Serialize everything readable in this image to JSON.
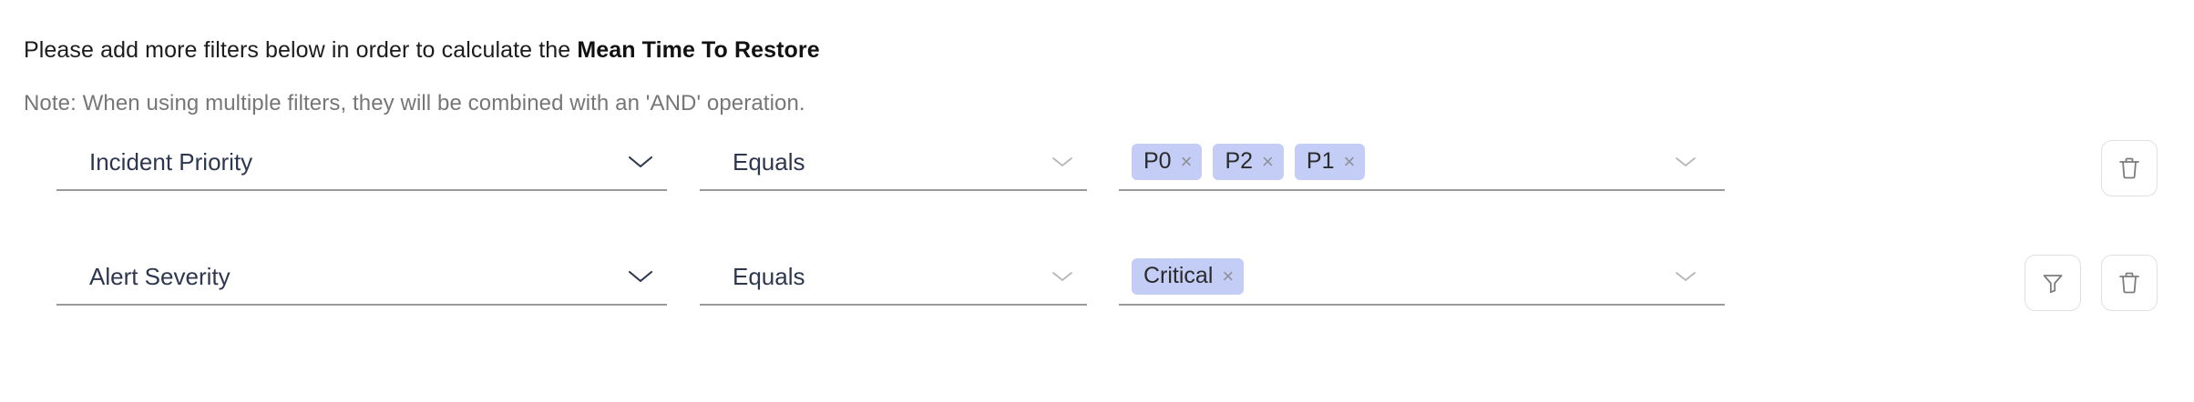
{
  "header": {
    "instruction_prefix": "Please add more filters below in order to calculate the ",
    "metric_name": "Mean Time To Restore",
    "note": "Note: When using multiple filters, they will be combined with an 'AND' operation."
  },
  "colors": {
    "chip_background": "#c3cdf5",
    "field_text": "#2e3750",
    "note_text": "#767676",
    "underline": "#9a9a9a",
    "button_border": "#e0e0e0",
    "icon_stroke": "#7d7d7d"
  },
  "filters": [
    {
      "field": "Incident Priority",
      "field_icon": "chevron-down-icon",
      "operator": "Equals",
      "operator_icon": "chevron-down-icon",
      "values": [
        "P0",
        "P2",
        "P1"
      ],
      "value_icon": "chevron-down-icon",
      "remove_glyph": "×",
      "actions": [
        "delete-filter-button"
      ]
    },
    {
      "field": "Alert Severity",
      "field_icon": "chevron-down-icon",
      "operator": "Equals",
      "operator_icon": "chevron-down-icon",
      "values": [
        "Critical"
      ],
      "value_icon": "chevron-down-icon",
      "remove_glyph": "×",
      "actions": [
        "add-filter-button",
        "delete-filter-button"
      ]
    }
  ]
}
